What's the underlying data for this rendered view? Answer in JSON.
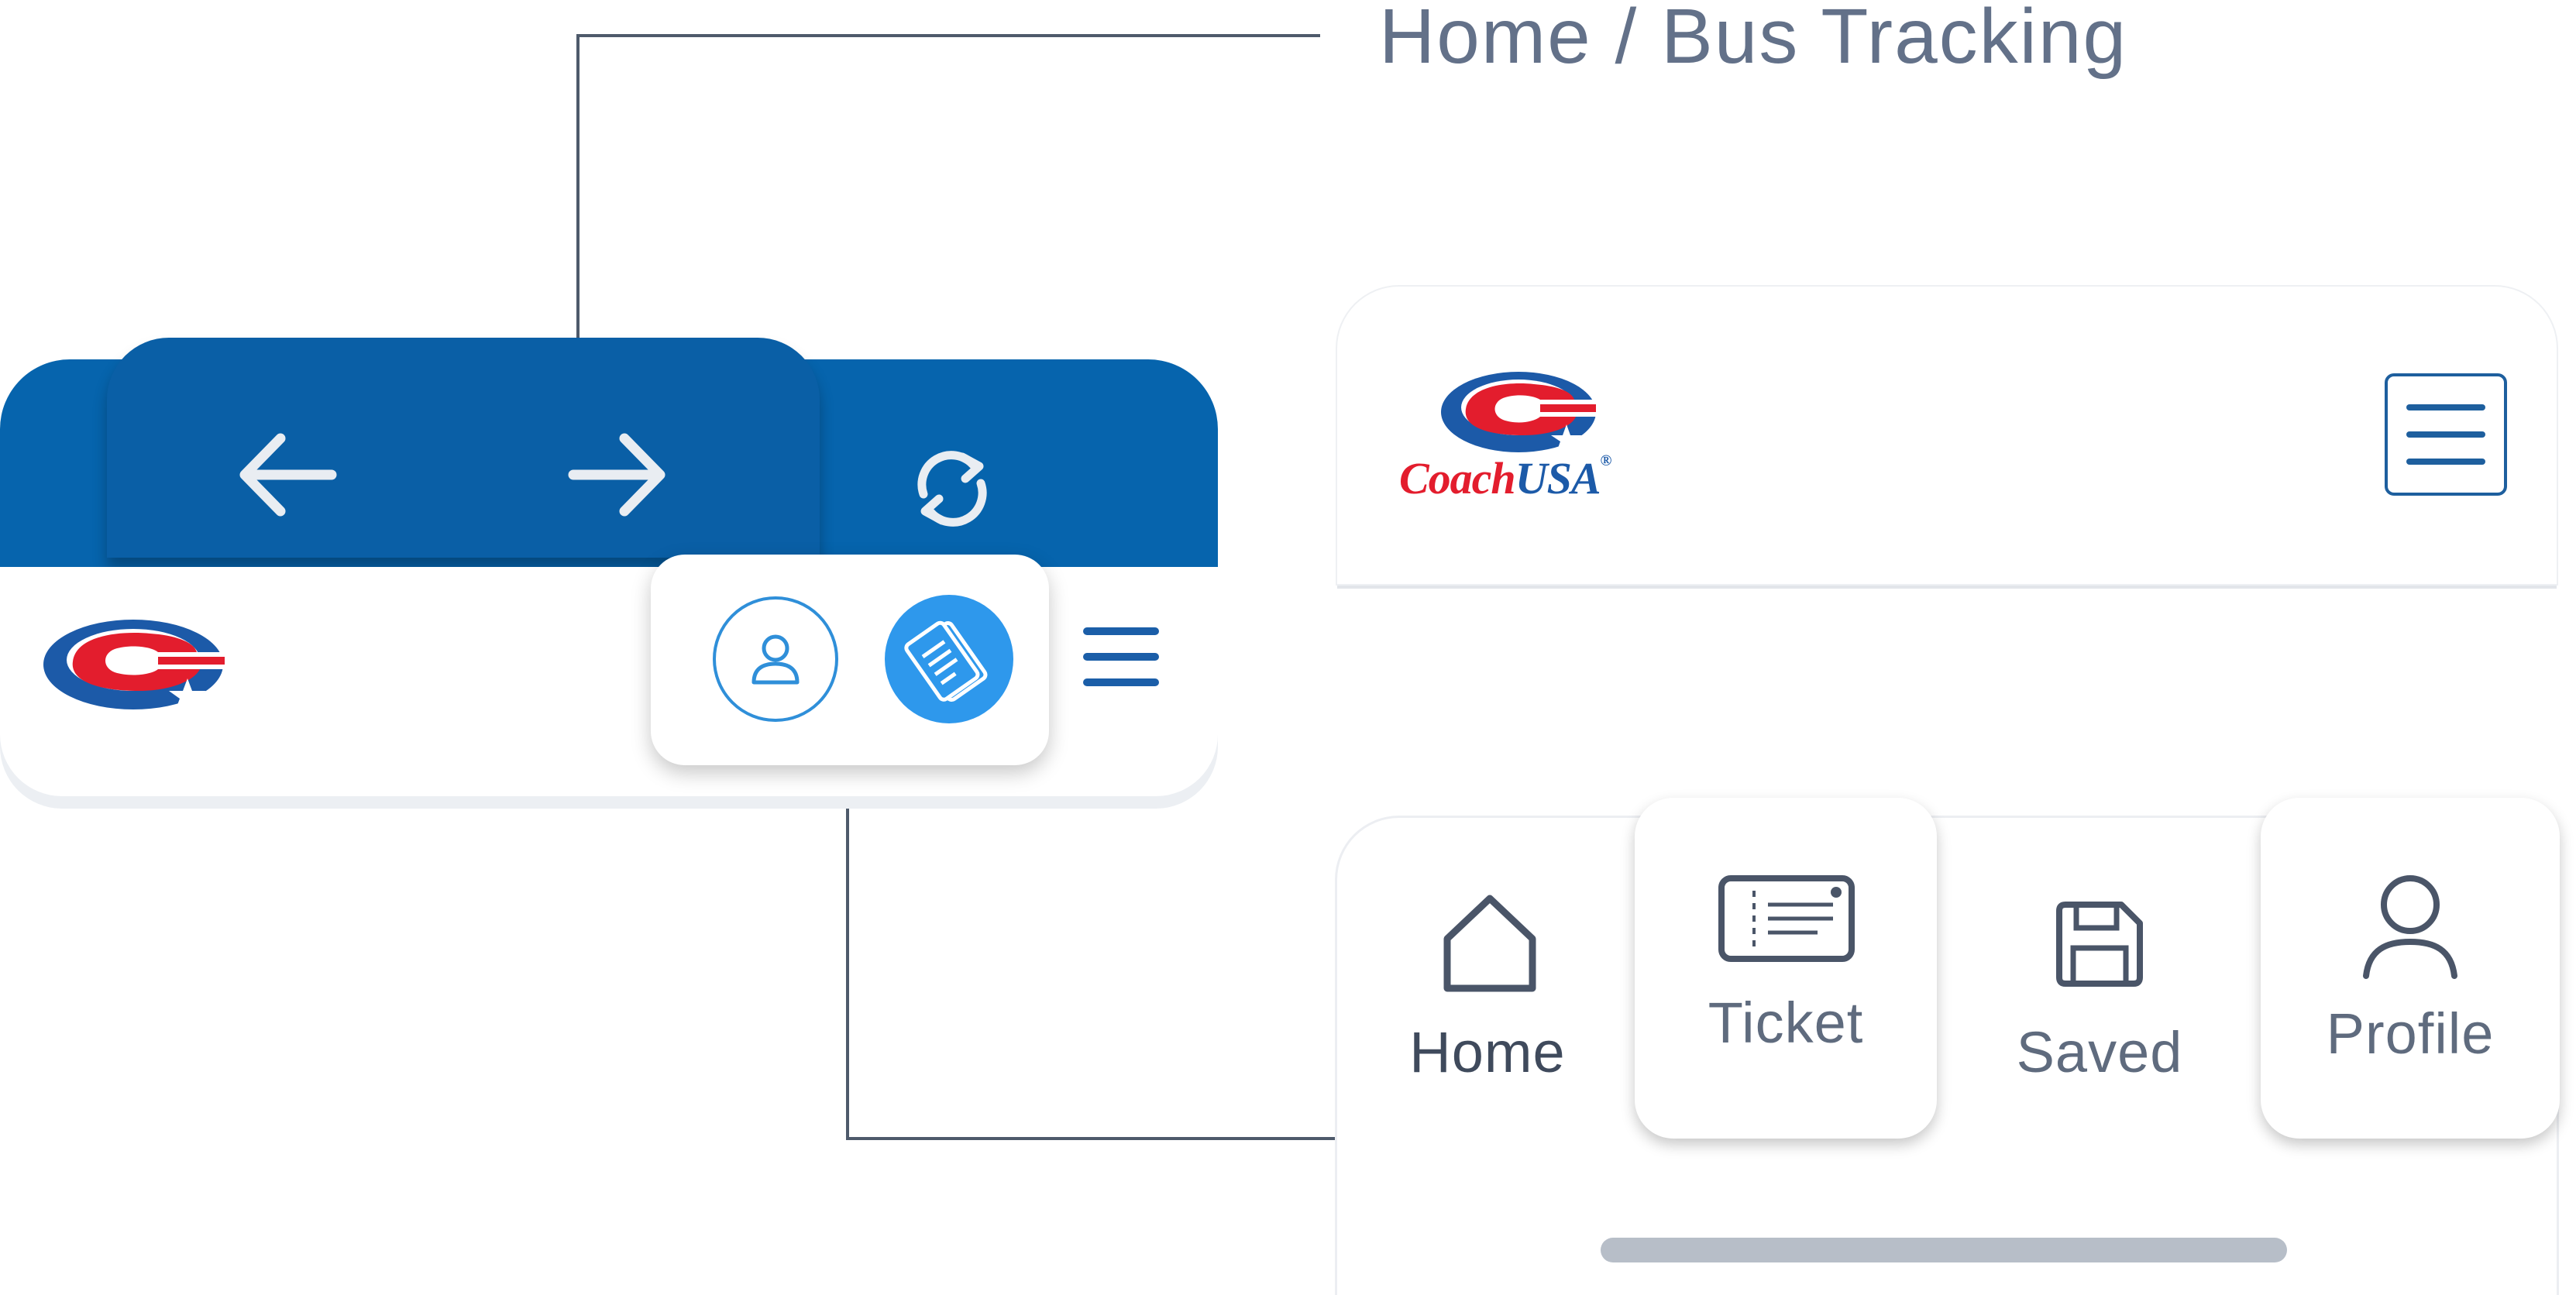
{
  "annotations": {
    "breadcrumb_title": "Home / Bus Tracking"
  },
  "browser": {
    "nav_icons": [
      "arrow-left-icon",
      "arrow-right-icon",
      "refresh-icon"
    ],
    "accent_color": "#0664ad"
  },
  "app_header": {
    "logo_text_coach": "Coach",
    "logo_text_usa": "USA",
    "logo_registered": "®",
    "menu_icon": "hamburger-menu-icon"
  },
  "popup": {
    "icons": [
      "user-icon",
      "ticket-icon"
    ],
    "active_color": "#2e98ec"
  },
  "tab_bar": {
    "tabs": [
      {
        "label": "Home",
        "icon": "home-icon"
      },
      {
        "label": "Ticket",
        "icon": "ticket-icon"
      },
      {
        "label": "Saved",
        "icon": "save-icon"
      },
      {
        "label": "Profile",
        "icon": "user-icon"
      }
    ]
  }
}
